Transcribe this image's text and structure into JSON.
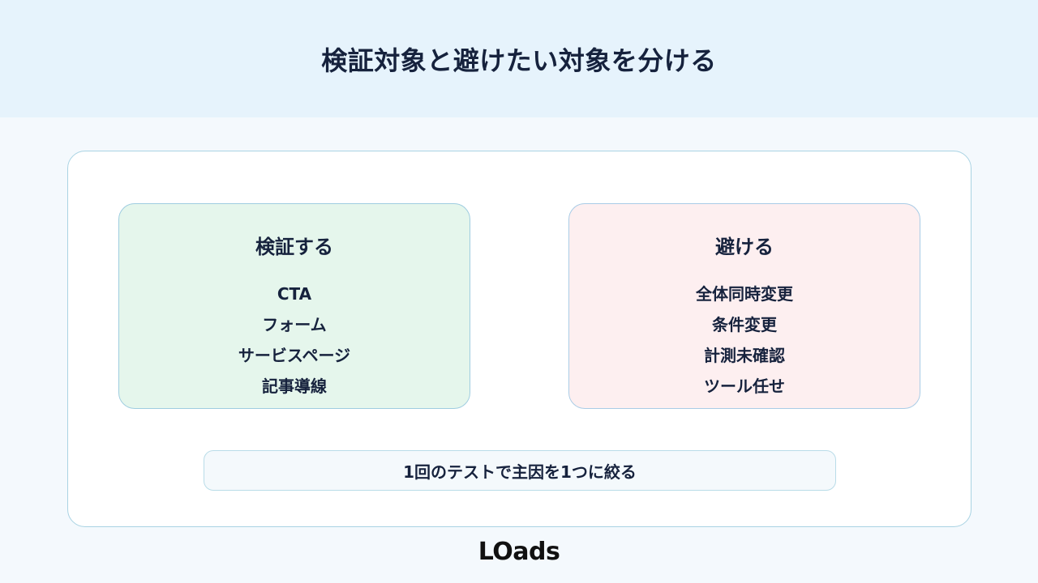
{
  "header": {
    "title": "検証対象と避けたい対象を分ける"
  },
  "verify": {
    "title": "検証する",
    "items": [
      "CTA",
      "フォーム",
      "サービスページ",
      "記事導線"
    ]
  },
  "avoid": {
    "title": "避ける",
    "items": [
      "全体同時変更",
      "条件変更",
      "計測未確認",
      "ツール任せ"
    ]
  },
  "note": {
    "text": "1回のテストで主因を1つに絞る"
  },
  "logo": {
    "text": "LOads"
  },
  "colors": {
    "header_bg": "#e6f3fc",
    "verify_bg": "#e5f6ec",
    "avoid_bg": "#fdeff0",
    "border": "#a9d3e3",
    "text": "#16223d"
  }
}
